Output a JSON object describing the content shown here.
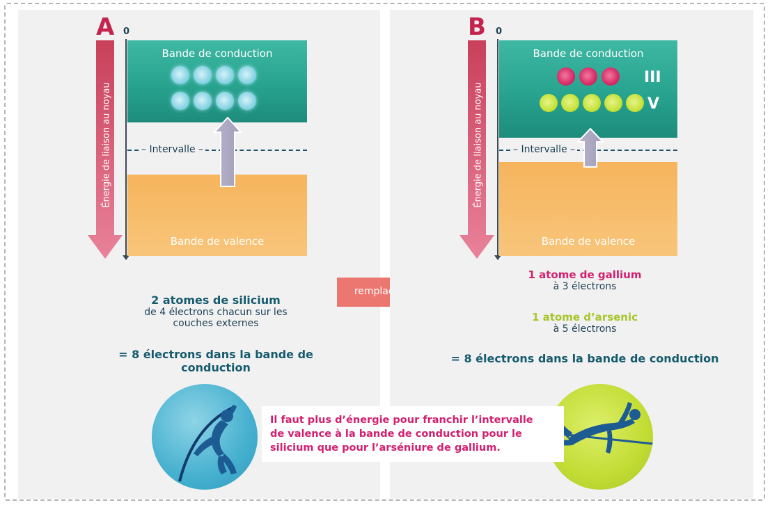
{
  "panel_a": {
    "letter": "A",
    "zero": "0",
    "axis_label": "Énergie de liaison au noyau",
    "conduction_label": "Bande de conduction",
    "gap_label": "Intervalle",
    "valence_label": "Bande de valence",
    "title": "2 atomes de silicium",
    "subtitle_line1": "de 4 électrons chacun sur les",
    "subtitle_line2": "couches externes",
    "result_line1": "= 8 électrons dans la bande de",
    "result_line2": "conduction"
  },
  "panel_b": {
    "letter": "B",
    "zero": "0",
    "axis_label": "Énergie de liaison au noyau",
    "conduction_label": "Bande de conduction",
    "gap_label": "Intervalle",
    "valence_label": "Bande de valence",
    "group_iii": "III",
    "group_v": "V",
    "gallium_title": "1 atome de gallium",
    "gallium_sub": "à 3 électrons",
    "arsenic_title": "1 atome d’arsenic",
    "arsenic_sub": "à 5 électrons",
    "result": "= 8 électrons dans la bande de conduction"
  },
  "replace_label": "remplacés par",
  "note": {
    "line1": "Il faut plus d’énergie pour franchir l’intervalle",
    "line2": "de valence à la bande de conduction pour le",
    "line3": "silicium que pour l’arséniure de gallium."
  },
  "colors": {
    "letter": "#c4254f",
    "conduction": "#27a38f",
    "valence": "#f6b45c",
    "silicon_electron": "#8fd6e6",
    "gallium_electron": "#d82a66",
    "arsenic_electron": "#c6e23a",
    "note_text": "#d21f6e",
    "heading_text": "#155a6d",
    "replace_arrow": "#ec7770"
  },
  "electron_counts": {
    "silicon": 8,
    "gallium": 3,
    "arsenic": 5
  },
  "icons": [
    "energy-arrow-down",
    "transition-arrow-up",
    "pole-vaulter",
    "high-jumper"
  ]
}
